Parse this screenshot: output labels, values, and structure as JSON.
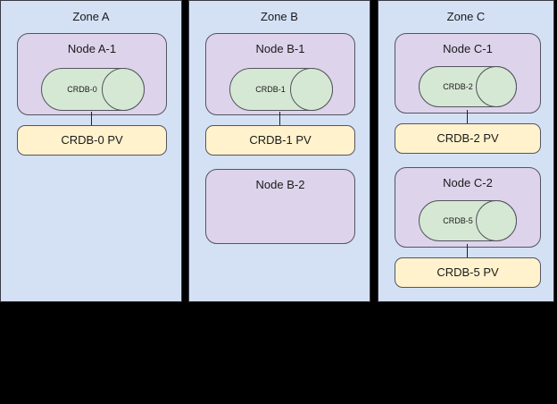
{
  "diagram": {
    "title_visible": false,
    "background_color": "#000000",
    "colors": {
      "zone_fill": "#D4E1F5",
      "zone_stroke": "#3A3A42",
      "node_fill": "#DDD3EB",
      "node_stroke": "#54545E",
      "db_fill": "#D5E8D4",
      "db_stroke": "#54545E",
      "pv_fill": "#FFF2CC",
      "pv_stroke": "#54545E",
      "connector": "#1F1F24",
      "text": "#1A1A1A"
    }
  },
  "zones": [
    {
      "id": "zone-a",
      "label": "Zone A",
      "nodes": [
        {
          "id": "node-a-1",
          "label": "Node A-1",
          "database": {
            "id": "crdb-0",
            "label": "CRDB-0"
          },
          "volume": {
            "id": "crdb-0-pv",
            "label": "CRDB-0 PV"
          },
          "has_connector": true
        }
      ]
    },
    {
      "id": "zone-b",
      "label": "Zone B",
      "nodes": [
        {
          "id": "node-b-1",
          "label": "Node B-1",
          "database": {
            "id": "crdb-1",
            "label": "CRDB-1"
          },
          "volume": {
            "id": "crdb-1-pv",
            "label": "CRDB-1 PV"
          },
          "has_connector": true
        },
        {
          "id": "node-b-2",
          "label": "Node B-2",
          "database": null,
          "volume": null,
          "has_connector": false
        }
      ]
    },
    {
      "id": "zone-c",
      "label": "Zone C",
      "nodes": [
        {
          "id": "node-c-1",
          "label": "Node C-1",
          "database": {
            "id": "crdb-2",
            "label": "CRDB-2"
          },
          "volume": {
            "id": "crdb-2-pv",
            "label": "CRDB-2 PV"
          },
          "has_connector": true
        },
        {
          "id": "node-c-2",
          "label": "Node C-2",
          "database": {
            "id": "crdb-5",
            "label": "CRDB-5"
          },
          "volume": {
            "id": "crdb-5-pv",
            "label": "CRDB-5 PV"
          },
          "has_connector": true
        }
      ]
    }
  ]
}
